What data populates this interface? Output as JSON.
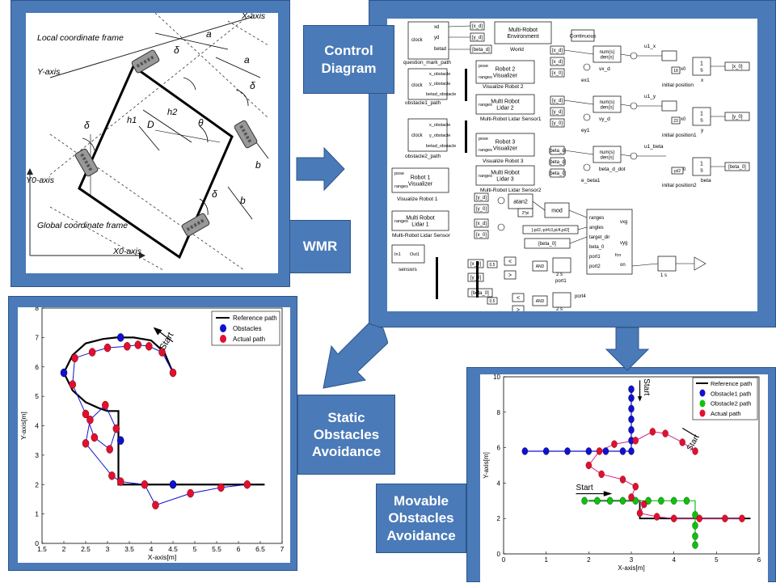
{
  "labels": {
    "control": [
      "Control",
      "Diagram"
    ],
    "wmr": "WMR",
    "static": [
      "Static",
      "Obstacles",
      "Avoidance"
    ],
    "movable": [
      "Movable",
      "Obstacles",
      "Avoidance"
    ]
  },
  "wmr_figure": {
    "local_frame": "Local coordinate frame",
    "global_frame": "Global coordinate frame",
    "x_axis": "X-axis",
    "y_axis": "Y-axis",
    "x0_axis": "X0-axis",
    "y0_axis": "Y0-axis",
    "symbols": [
      "a",
      "a",
      "b",
      "b",
      "δ",
      "δ",
      "δ",
      "δ",
      "h1",
      "h2",
      "D",
      "θ"
    ]
  },
  "control_diagram": {
    "blocks": {
      "clock": "clock",
      "question_mark_path": "question_mark_path",
      "xd": "xd",
      "yd": "yd",
      "betad": "betad",
      "world": [
        "Multi-Robot",
        "Environment"
      ],
      "world_caption": "World",
      "continuous": "Continuous",
      "x_d": "[x_d]",
      "y_d": "[y_d]",
      "beta_d": "[beta_d]",
      "x_0": "[x_0]",
      "y_0": "[y_0]",
      "beta_0": "[beta_0]",
      "pose": "pose",
      "ranges": "ranges",
      "robot2": [
        "Robot 2",
        "Visualizer"
      ],
      "visualize_robot2": "Visualize Robot 2",
      "obstacle1_path": "obstacle1_path",
      "x_obstacle": "x_obstacle",
      "y_obstacle": "y_obstacle",
      "betad_obstacle": "betad_obstacle",
      "lidar2": [
        "Multi Robot",
        "Lidar 2"
      ],
      "lidar_sensor1": "Multi-Robot Lidar Sensor1",
      "robot3": [
        "Robot 3",
        "Visualizer"
      ],
      "visualize_robot3": "Visualize Robot 3",
      "obstacle2_path": "obstacle2_path",
      "lidar3": [
        "Multi Robot",
        "Lidar 3"
      ],
      "lidar_sensor2": "Multi-Robot Lidar Sensor2",
      "robot1": [
        "Robot 1",
        "Visualizer"
      ],
      "visualize_robot1": "Visualize Robot 1",
      "lidar1": [
        "Multi Robot",
        "Lidar 1"
      ],
      "lidar_sensor": "Multi-Robot Lidar Sensor",
      "sensors": "sensors",
      "in1": "In1",
      "out1": "Out1",
      "tf": [
        "num(s)",
        "den(s)"
      ],
      "vx_d": "vx_d",
      "vy_d": "vy_d",
      "beta_d_dot": "beta_d_dot",
      "ex1": "ex1",
      "ey1": "ey1",
      "e_beta1": "e_beta1",
      "u1_x": "u1_x",
      "u1_y": "u1_y",
      "u1_beta": "u1_beta",
      "integrator": [
        "1",
        "s"
      ],
      "x": "x",
      "y": "y",
      "beta": "beta",
      "initial_position": "initial position",
      "initial_position1": "initial position1",
      "initial_position2": "initial position2",
      "x0": "x0",
      "atan2": "atan2",
      "mod": "mod",
      "two_pi": "2*pi",
      "angles_vec": "[-pi/2,-pi/4,0,pi/4,pi/2]",
      "ctrl_inputs": [
        "ranges",
        "angles",
        "target_dir",
        "beta_0",
        "port1",
        "port2"
      ],
      "ctrl_outputs": [
        "vxg",
        "vyg",
        "on"
      ],
      "fcn": "fcn",
      "port1": "port1",
      "port4": "port4",
      "and": "AND",
      "delay": "2 s",
      "delay1": "1 s",
      "c05": "0.5",
      "c18": "18",
      "c23": "23",
      "pi2": "pi/2"
    }
  },
  "static_plot": {
    "xlabel": "X-axis[m]",
    "ylabel": "Y-axis[m]",
    "xlim": [
      1.5,
      7
    ],
    "ylim": [
      0,
      8
    ],
    "xticks": [
      "1.5",
      "2",
      "2.5",
      "3",
      "3.5",
      "4",
      "4.5",
      "5",
      "5.5",
      "6",
      "6.5",
      "7"
    ],
    "yticks": [
      "0",
      "1",
      "2",
      "3",
      "4",
      "5",
      "6",
      "7",
      "8"
    ],
    "legend": [
      "Reference path",
      "Obstacles",
      "Actual path"
    ],
    "start": "Start",
    "colors": {
      "reference": "#000000",
      "obstacle": "#1010d0",
      "actual": "#e01030",
      "link": "#1010d0"
    }
  },
  "moving_plot": {
    "xlabel": "X-axis[m]",
    "ylabel": "Y-axis[m]",
    "xlim": [
      0,
      6
    ],
    "ylim": [
      0,
      10
    ],
    "xticks": [
      "0",
      "1",
      "2",
      "3",
      "4",
      "5",
      "6"
    ],
    "yticks": [
      "0",
      "2",
      "4",
      "6",
      "8",
      "10"
    ],
    "legend": [
      "Reference path",
      "Obstacle1 path",
      "Obstacle2 path",
      "Actual path"
    ],
    "start": "Start",
    "colors": {
      "reference": "#000000",
      "obstacle1": "#1010d0",
      "obstacle2": "#10c010",
      "actual": "#e01030"
    }
  },
  "chart_data": [
    {
      "type": "scatter",
      "xlabel": "X-axis[m]",
      "ylabel": "Y-axis[m]",
      "xlim": [
        1.5,
        7
      ],
      "ylim": [
        0,
        8
      ],
      "grid": false,
      "legend_position": "top-right",
      "series": [
        {
          "name": "Reference path",
          "x": [
            4.5,
            4.3,
            4.0,
            3.6,
            3.2,
            2.9,
            2.5,
            2.2,
            2.0,
            2.2,
            2.5,
            2.8,
            3.0,
            3.25,
            3.25,
            4.5,
            6.6
          ],
          "y": [
            5.8,
            6.5,
            6.9,
            7.0,
            7.0,
            6.95,
            6.8,
            6.4,
            5.8,
            5.2,
            4.8,
            4.6,
            4.5,
            4.5,
            2.0,
            2.0,
            2.0
          ]
        },
        {
          "name": "Obstacles",
          "x": [
            3.3,
            2.0,
            3.3,
            4.5
          ],
          "y": [
            7.0,
            5.8,
            3.5,
            2.0
          ]
        },
        {
          "name": "Actual path",
          "x": [
            4.5,
            4.25,
            3.95,
            3.7,
            3.45,
            3.0,
            2.65,
            2.25,
            2.2,
            2.5,
            2.7,
            3.05,
            3.2,
            2.95,
            2.6,
            2.5,
            3.1,
            3.3,
            3.85,
            4.1,
            4.9,
            5.6,
            6.2
          ],
          "y": [
            5.8,
            6.5,
            6.7,
            6.75,
            6.7,
            6.65,
            6.5,
            6.3,
            5.4,
            4.4,
            3.6,
            3.2,
            3.9,
            4.7,
            4.2,
            3.4,
            2.3,
            2.1,
            2.0,
            1.3,
            1.7,
            1.9,
            2.0
          ]
        }
      ]
    },
    {
      "type": "scatter",
      "xlabel": "X-axis[m]",
      "ylabel": "Y-axis[m]",
      "xlim": [
        0,
        6
      ],
      "ylim": [
        0,
        10
      ],
      "grid": false,
      "legend_position": "top-right",
      "series": [
        {
          "name": "Reference path",
          "x": [
            2.0,
            3.2,
            3.2,
            5.8
          ],
          "y": [
            3.0,
            3.0,
            2.0,
            2.0
          ]
        },
        {
          "name": "Obstacle1 path",
          "x": [
            3.0,
            3.0,
            3.0,
            3.0,
            3.0,
            3.0,
            3.0,
            0.5,
            1.0,
            1.5,
            2.0,
            2.4,
            2.8
          ],
          "y": [
            9.3,
            8.8,
            8.2,
            7.6,
            7.0,
            6.4,
            5.8,
            5.8,
            5.8,
            5.8,
            5.8,
            5.8,
            5.8
          ]
        },
        {
          "name": "Obstacle2 path",
          "x": [
            1.9,
            2.2,
            2.5,
            2.8,
            3.1,
            3.4,
            3.7,
            4.0,
            4.3,
            4.5,
            4.5,
            4.5,
            4.5
          ],
          "y": [
            3.0,
            3.0,
            3.0,
            3.0,
            3.0,
            3.0,
            3.0,
            3.0,
            3.0,
            2.2,
            1.6,
            1.0,
            0.5
          ]
        },
        {
          "name": "Actual path",
          "x": [
            4.5,
            4.2,
            3.8,
            3.5,
            3.1,
            2.6,
            2.25,
            2.0,
            2.3,
            2.8,
            3.1,
            3.0,
            3.3,
            3.2,
            3.6,
            4.0,
            4.6,
            5.2,
            5.6
          ],
          "y": [
            5.8,
            6.3,
            6.8,
            6.9,
            6.4,
            6.2,
            5.8,
            5.0,
            4.5,
            4.2,
            3.8,
            3.2,
            2.8,
            2.3,
            2.1,
            2.0,
            2.0,
            2.0,
            2.0
          ]
        }
      ]
    }
  ]
}
